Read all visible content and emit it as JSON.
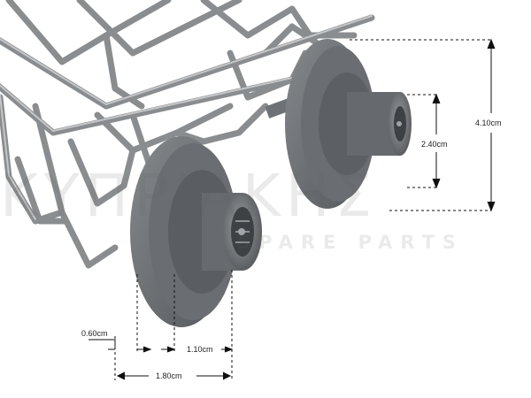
{
  "photo": {
    "subject": "dishwasher basket wheels",
    "colors": {
      "wire": "#8a8d90",
      "wheel": "#6e7276",
      "wheel_shadow": "#4a4d50",
      "background": "#ffffff"
    }
  },
  "watermark": {
    "brand": "ΚΥΠΡΙΑΚΗΣ",
    "tagline": "SPARE PARTS"
  },
  "dimensions": {
    "total_height": "4.10cm",
    "hub_height": "2.40cm",
    "flange_thickness": "0.60cm",
    "hub_width": "1.10cm",
    "total_width": "1.80cm"
  }
}
